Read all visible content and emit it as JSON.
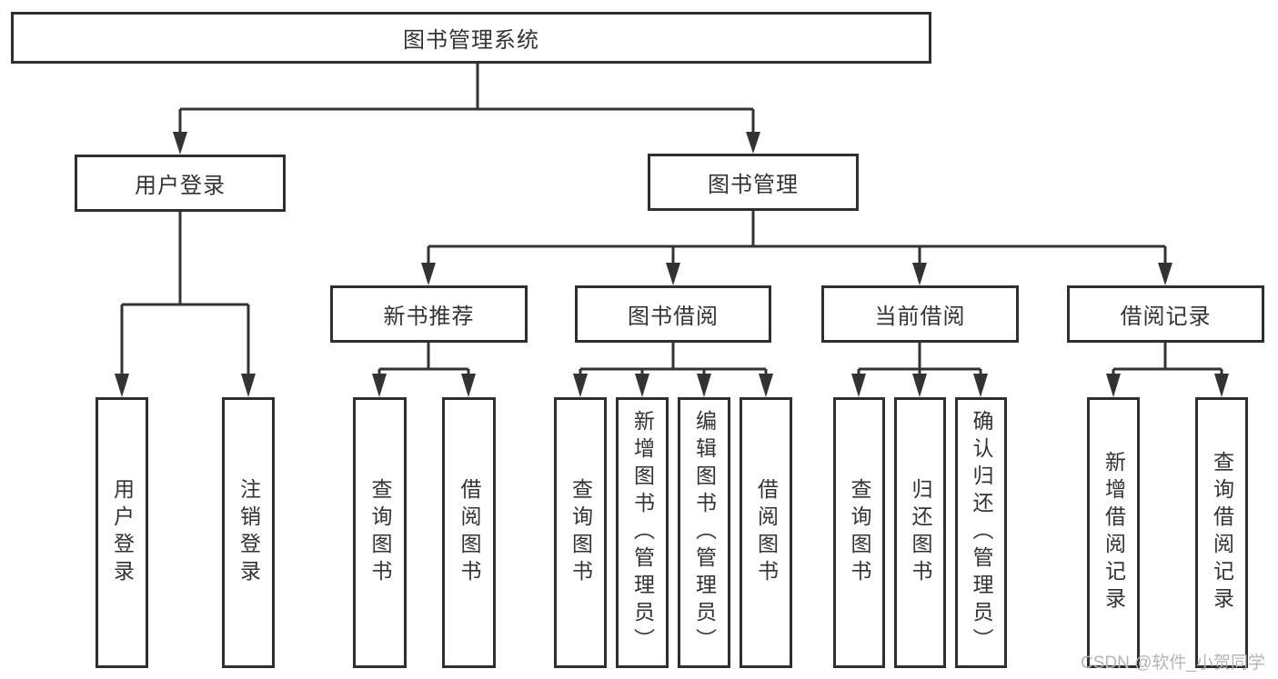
{
  "diagram_type": "hierarchy-tree",
  "tree": {
    "label": "图书管理系统",
    "children": [
      {
        "label": "用户登录",
        "children": [
          {
            "label": "用户登录"
          },
          {
            "label": "注销登录"
          }
        ]
      },
      {
        "label": "图书管理",
        "children": [
          {
            "label": "新书推荐",
            "children": [
              {
                "label": "查询图书"
              },
              {
                "label": "借阅图书"
              }
            ]
          },
          {
            "label": "图书借阅",
            "children": [
              {
                "label": "查询图书"
              },
              {
                "label": "新增图书（管理员）"
              },
              {
                "label": "编辑图书（管理员）"
              },
              {
                "label": "借阅图书"
              }
            ]
          },
          {
            "label": "当前借阅",
            "children": [
              {
                "label": "查询图书"
              },
              {
                "label": "归还图书"
              },
              {
                "label": "确认归还（管理员）"
              }
            ]
          },
          {
            "label": "借阅记录",
            "children": [
              {
                "label": "新增借阅记录"
              },
              {
                "label": "查询借阅记录"
              }
            ]
          }
        ]
      }
    ]
  },
  "watermark": {
    "text": "CSDN @软件_小贺同学"
  },
  "colors": {
    "line": "#333333",
    "box_border": "#2f2f2f",
    "text": "#333333",
    "watermark_text": "#b5b5b5",
    "background": "#ffffff"
  }
}
